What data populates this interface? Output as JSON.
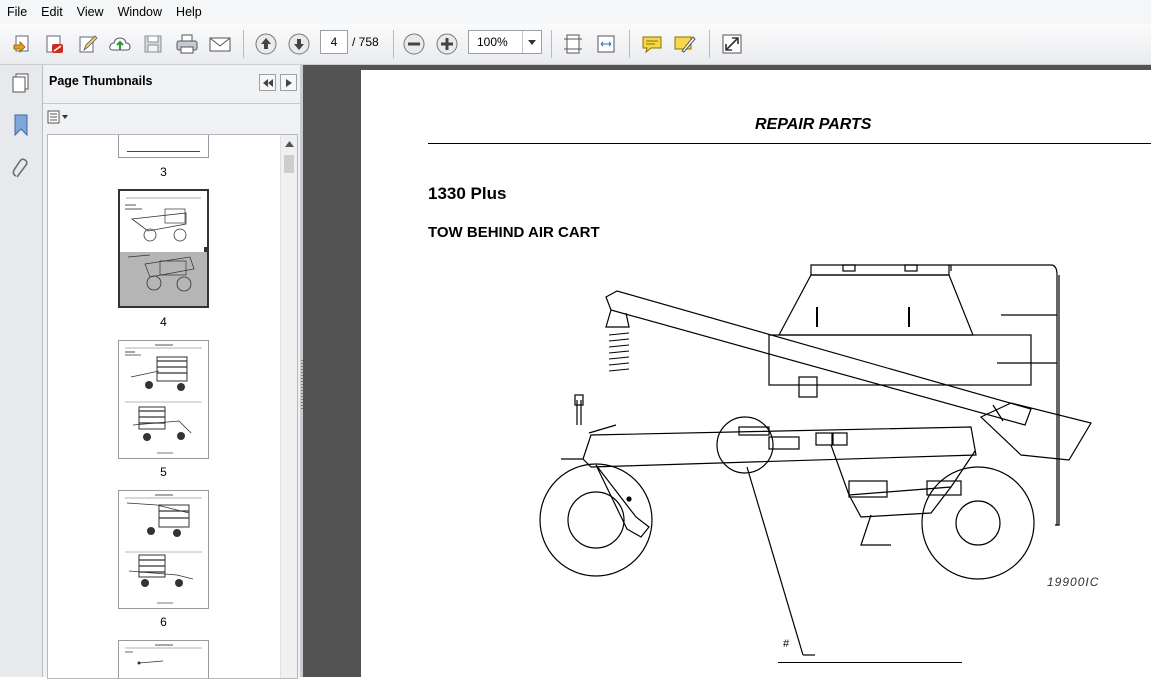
{
  "menu": [
    "File",
    "Edit",
    "View",
    "Window",
    "Help"
  ],
  "toolbar": {
    "icons": [
      "create-icon",
      "pdf-icon",
      "edit-icon",
      "cloud-upload-icon",
      "save-icon",
      "print-icon",
      "email-icon",
      "previous-page-icon",
      "next-page-icon",
      "zoom-out-icon",
      "zoom-in-icon",
      "fit-page-icon",
      "fit-width-icon",
      "comment-icon",
      "highlight-icon",
      "fullscreen-icon"
    ],
    "current_page": "4",
    "total_pages": "/ 758",
    "zoom": "100%"
  },
  "panel": {
    "title": "Page Thumbnails",
    "thumbnails": [
      {
        "label": "3",
        "selected": false
      },
      {
        "label": "4",
        "selected": true
      },
      {
        "label": "5",
        "selected": false
      },
      {
        "label": "6",
        "selected": false
      },
      {
        "label": "",
        "selected": false
      }
    ]
  },
  "document": {
    "header": "REPAIR PARTS",
    "model": "1330 Plus",
    "subtitle": "TOW BEHIND AIR CART",
    "figure_code": "19900IC",
    "callout": "#"
  }
}
